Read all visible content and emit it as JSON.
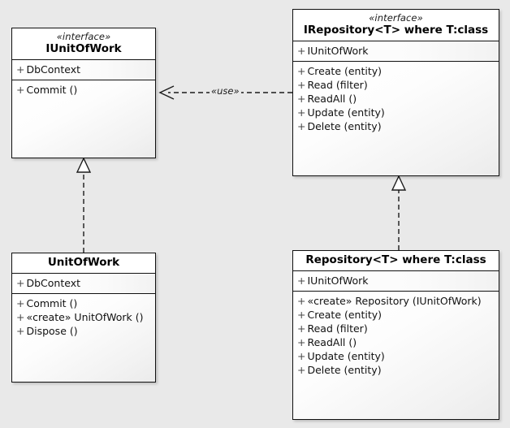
{
  "diagram": {
    "type": "uml-class-diagram",
    "background_color": "#e9e9e9",
    "line_color": "#1b1b1b"
  },
  "classes": [
    {
      "id": "iunitofwork",
      "stereotype": "«interface»",
      "name": "IUnitOfWork",
      "attributes": [
        {
          "visibility": "+",
          "text": "DbContext"
        }
      ],
      "operations": [
        {
          "visibility": "+",
          "text": "Commit ()"
        }
      ]
    },
    {
      "id": "irepository",
      "stereotype": "«interface»",
      "name": "IRepository<T> where T:class",
      "attributes": [
        {
          "visibility": "+",
          "text": "IUnitOfWork"
        }
      ],
      "operations": [
        {
          "visibility": "+",
          "text": "Create (entity)"
        },
        {
          "visibility": "+",
          "text": "Read (filter)"
        },
        {
          "visibility": "+",
          "text": "ReadAll ()"
        },
        {
          "visibility": "+",
          "text": "Update (entity)"
        },
        {
          "visibility": "+",
          "text": "Delete (entity)"
        }
      ]
    },
    {
      "id": "unitofwork",
      "stereotype": "",
      "name": "UnitOfWork",
      "attributes": [
        {
          "visibility": "+",
          "text": "DbContext"
        }
      ],
      "operations": [
        {
          "visibility": "+",
          "text": "Commit ()"
        },
        {
          "visibility": "+",
          "text": "«create» UnitOfWork ()"
        },
        {
          "visibility": "+",
          "text": "Dispose ()"
        }
      ]
    },
    {
      "id": "repository",
      "stereotype": "",
      "name": "Repository<T> where T:class",
      "attributes": [
        {
          "visibility": "+",
          "text": "IUnitOfWork"
        }
      ],
      "operations": [
        {
          "visibility": "+",
          "text": "«create» Repository (IUnitOfWork)"
        },
        {
          "visibility": "+",
          "text": "Create (entity)"
        },
        {
          "visibility": "+",
          "text": "Read (filter)"
        },
        {
          "visibility": "+",
          "text": "ReadAll ()"
        },
        {
          "visibility": "+",
          "text": "Update (entity)"
        },
        {
          "visibility": "+",
          "text": "Delete (entity)"
        }
      ]
    }
  ],
  "relationships": [
    {
      "id": "use-dependency",
      "kind": "dependency",
      "label": "«use»",
      "from": "irepository",
      "to": "iunitofwork",
      "style": "dashed-open-arrow"
    },
    {
      "id": "realization-unitofwork",
      "kind": "realization",
      "label": "",
      "from": "unitofwork",
      "to": "iunitofwork",
      "style": "dashed-hollow-triangle"
    },
    {
      "id": "realization-repository",
      "kind": "realization",
      "label": "",
      "from": "repository",
      "to": "irepository",
      "style": "dashed-hollow-triangle"
    }
  ]
}
